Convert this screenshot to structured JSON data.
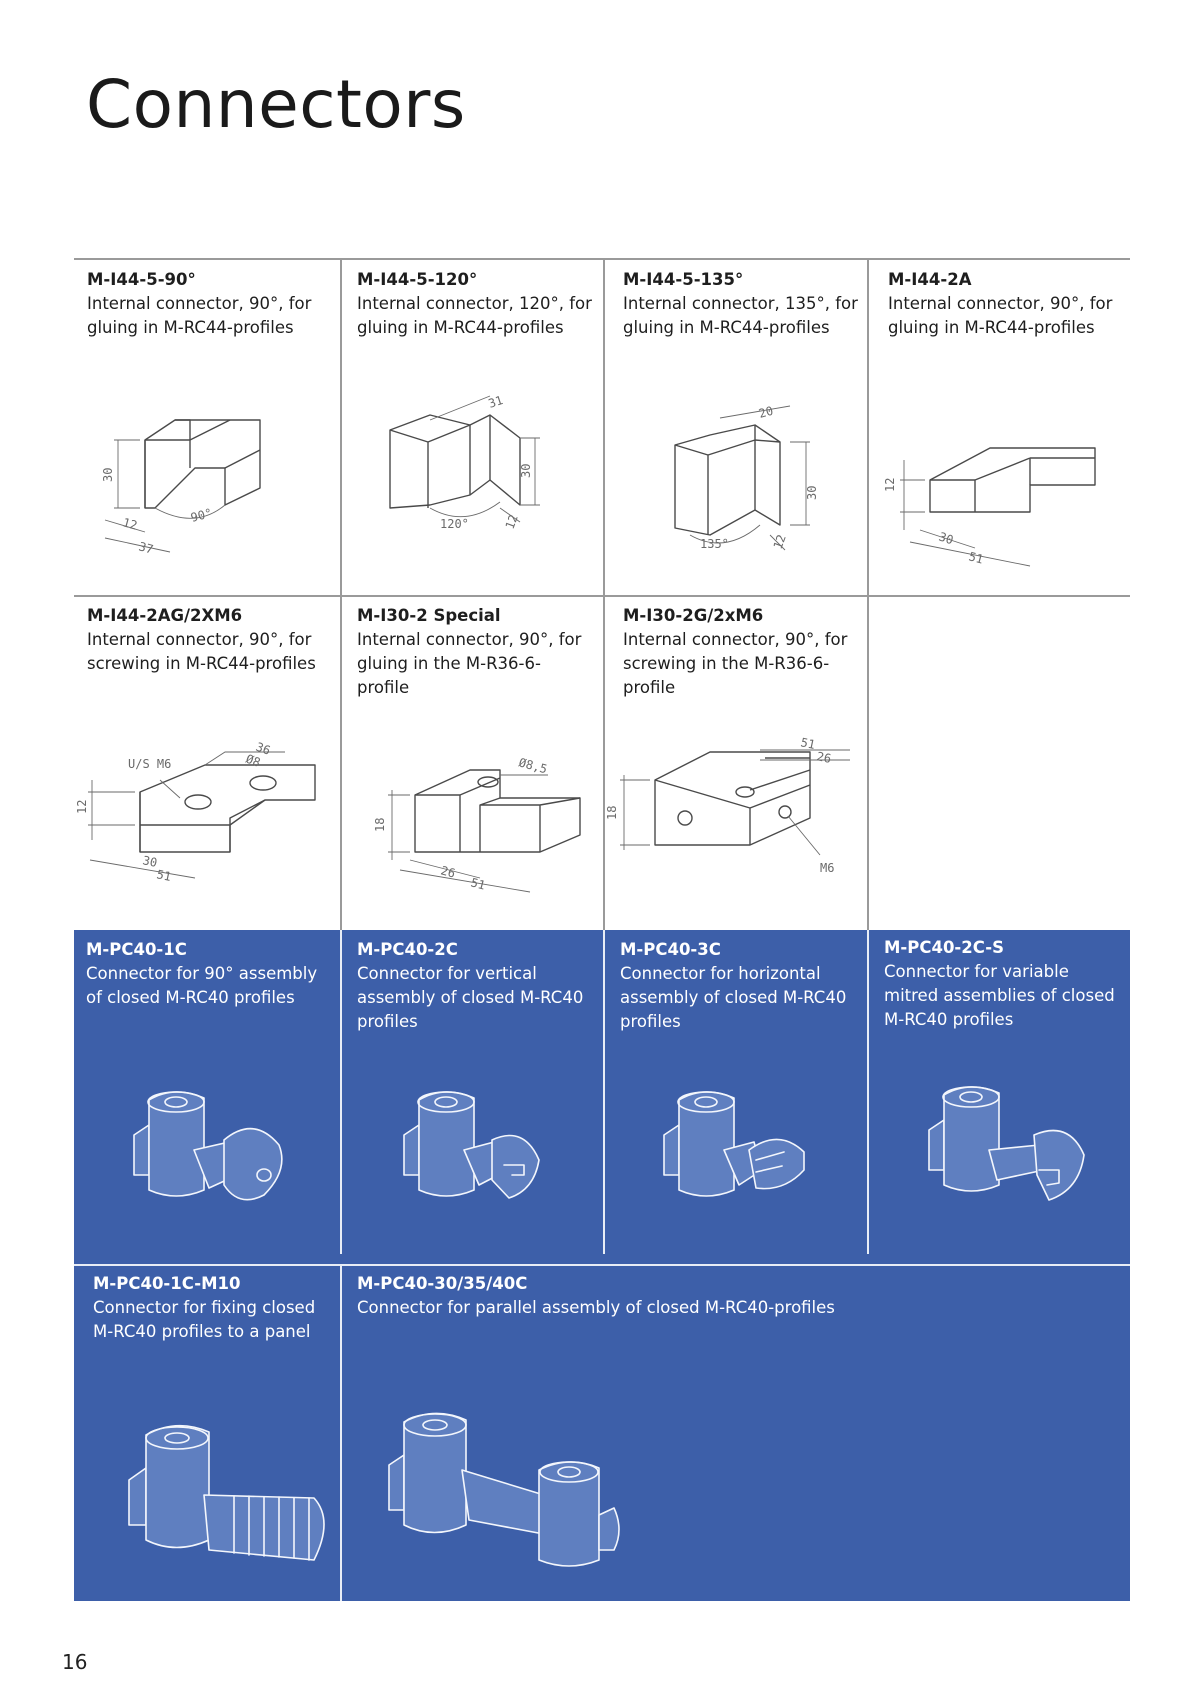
{
  "page": {
    "title": "Connectors",
    "page_number": "16"
  },
  "row1": [
    {
      "code": "M-I44-5-90°",
      "desc": "Internal connector, 90°, for gluing in M-RC44-profiles",
      "dims": {
        "a": "30",
        "b": "12",
        "c": "37",
        "angle": "90°"
      }
    },
    {
      "code": "M-I44-5-120°",
      "desc": "Internal connector, 120°, for gluing in M-RC44-profiles",
      "dims": {
        "a": "31",
        "b": "30",
        "c": "12",
        "angle": "120°"
      }
    },
    {
      "code": "M-I44-5-135°",
      "desc": "Internal connector, 135°, for gluing in M-RC44-profiles",
      "dims": {
        "a": "20",
        "b": "30",
        "c": "12",
        "angle": "135°"
      }
    },
    {
      "code": "M-I44-2A",
      "desc": "Internal connector, 90°, for gluing in M-RC44-profiles",
      "dims": {
        "a": "12",
        "b": "30",
        "c": "51"
      }
    }
  ],
  "row2": [
    {
      "code": "M-I44-2AG/2XM6",
      "desc": "Internal connector, 90°, for screwing in M-RC44-profiles",
      "dims": {
        "note": "U/S M6",
        "a": "12",
        "b": "36",
        "c": "Ø8",
        "d": "30",
        "e": "51"
      }
    },
    {
      "code": "M-I30-2 Special",
      "desc": "Internal connector, 90°, for gluing in the M-R36-6-profile",
      "dims": {
        "a": "Ø8,5",
        "b": "18",
        "c": "26",
        "d": "51"
      }
    },
    {
      "code": "M-I30-2G/2xM6",
      "desc": "Internal connector, 90°, for screwing in the M-R36-6-profile",
      "dims": {
        "a": "51",
        "b": "26",
        "c": "18",
        "d": "M6"
      }
    }
  ],
  "row3": [
    {
      "code": "M-PC40-1C",
      "desc": "Connector for 90° assembly of closed M-RC40 profiles"
    },
    {
      "code": "M-PC40-2C",
      "desc": "Connector for vertical assembly of closed M-RC40 profiles"
    },
    {
      "code": "M-PC40-3C",
      "desc": "Connector for horizontal assembly of closed M-RC40 profiles"
    },
    {
      "code": "M-PC40-2C-S",
      "desc": "Connector for variable mitred assemblies  of closed M-RC40 profiles"
    }
  ],
  "row4": [
    {
      "code": "M-PC40-1C-M10",
      "desc": "Connector for fixing closed M-RC40 profiles to a panel"
    },
    {
      "code": "M-PC40-30/35/40C",
      "desc": "Connector for parallel assembly of closed M-RC40-profiles"
    }
  ],
  "colors": {
    "blue_panel": "#3d5fa9",
    "rule": "#9a9a9a"
  }
}
